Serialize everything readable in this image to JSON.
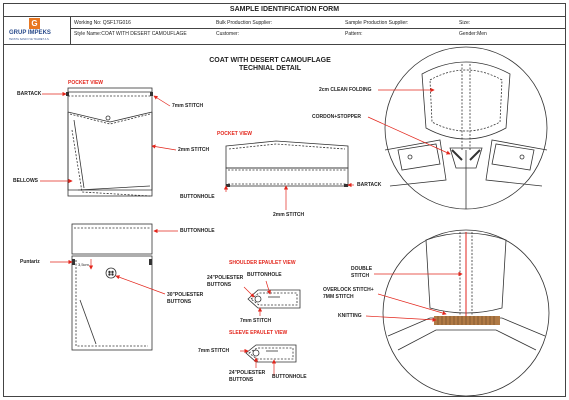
{
  "header": {
    "form_title": "SAMPLE IDENTIFICATION FORM",
    "logo_mark": "G",
    "logo_name": "GRUP IMPEKS",
    "logo_sub": "TEKSTIL SANAYI VE TICARET A.S.",
    "working_no": "Working No: QSF17G016",
    "style_name": "Style Name:COAT WITH DESERT CAMOUFLAGE",
    "bulk_supplier": "Bulk Production Supplier:",
    "customer": "Customer:",
    "sample_supplier": "Sample Production Supplier:",
    "pattern": "Pattern:",
    "size": "Size:",
    "gender": "Gender:Men"
  },
  "title": {
    "line1": "COAT WITH DESERT CAMOUFLAGE",
    "line2": "TECHNIAL DETAIL"
  },
  "labels": {
    "pocket_view_1": "POCKET VIEW",
    "bartack_1": "BARTACK",
    "stitch_7mm_1": "7mm STITCH",
    "stitch_2mm_1": "2mm STITCH",
    "bellows": "BELLOWS",
    "pocket_view_2": "POCKET VIEW",
    "buttonhole_1": "BUTTONHOLE",
    "bartack_2": "BARTACK",
    "stitch_2mm_2": "2mm STITCH",
    "buttonhole_2": "BUTTONHOLE",
    "puntariz": "Puntariz",
    "cm_dim": "3,5cm",
    "poliester_30": "30\"POLIESTER",
    "buttons_30": "BUTTONS",
    "shoulder_view": "SHOULDER EPAULET VIEW",
    "poliester_24a": "24\"POLIESTER",
    "buttons_24a": "BUTTONS",
    "buttonhole_3": "BUTTONHOLE",
    "stitch_7mm_2": "7mm STITCH",
    "sleeve_view": "SLEEVE EPAULET VIEW",
    "stitch_7mm_3": "7mm STITCH",
    "poliester_24b": "24\"POLIESTER",
    "buttons_24b": "BUTTONS",
    "buttonhole_4": "BUTTONHOLE",
    "clean_folding": "2cm CLEAN FOLDING",
    "cordon_stopper": "CORDON+STOPPER",
    "double": "DOUBLE",
    "stitch_double": "STITCH",
    "overlock": "OVERLOCK STITCH+",
    "stitch_7mm_4": "7MM STITCH",
    "knitting": "KNITTING"
  },
  "colors": {
    "accent_red": "#e3261c",
    "logo_orange": "#e87722",
    "logo_blue": "#2b4c8c",
    "knit_brown": "#b07a45"
  }
}
